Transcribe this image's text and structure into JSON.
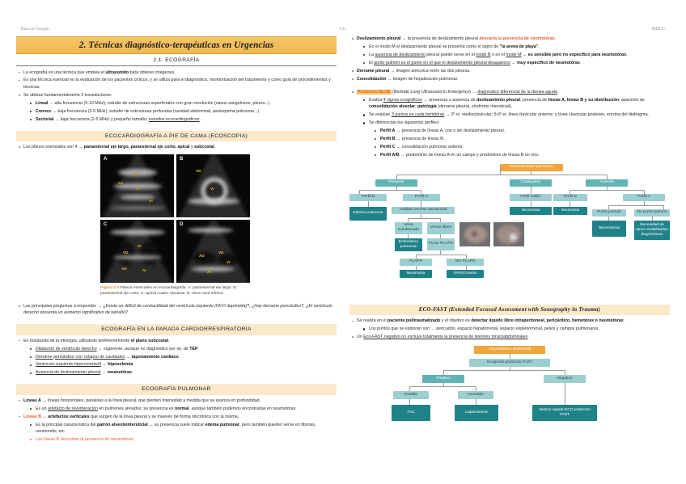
{
  "runheads": {
    "left": "Razvan Gurgan",
    "mid": "UG",
    "right": "MIR25"
  },
  "left_column": {
    "main_title": "2. Técnicas diagnóstico-terapéuticas en Urgencias",
    "subtitle": "2.1. ECOGRAFÍA",
    "intro": [
      {
        "level": 1,
        "html": "La ecografía es una técnica que emplea el <b>ultrasonido</b> para obtener imágenes."
      },
      {
        "level": 1,
        "html": "Es una técnica esencial en la evaluación de los pacientes críticos, y se utiliza para el diagnóstico, monitorización del tratamiento y como guía de procedimientos y técnicas."
      },
      {
        "level": 1,
        "html": "Se utilizan fundamentalmente 3 transductores:"
      },
      {
        "level": 2,
        "html": "<b>Lineal</b> &#8594; alta frecuencia (5-10 MHz); estudio de estructuras superficiales con gran resolución (vasos sanguíneos, pleura...)."
      },
      {
        "level": 2,
        "html": "<b>Convex</b> &#8594; baja frecuencia (2-5 MHz); estudio de estructuras profundas (cavidad abdominal, parénquima pulmonar...)."
      },
      {
        "level": 2,
        "html": "<b>Sectorial</b> &#8594; baja frecuencia (2-5 MHz) y pequeño tamaño; <span class=\"u\">estudios ecocardiográficos</span>."
      }
    ],
    "echo_band": "ECOCARDIOGRAFÍA A PIE DE CAMA (ECOSCOPIA)",
    "echo_intro": [
      {
        "level": 1,
        "html": "Los planos esenciales son 4 &#8594; <b>paraesternal eje largo, paraesternal eje corto, apical</b> y <b>subcostal</b>."
      }
    ],
    "figure": {
      "panels": [
        {
          "letter": "A",
          "labels": [
            "VD",
            "Ao",
            "VI",
            "AI"
          ]
        },
        {
          "letter": "B",
          "labels": [
            "VD",
            "VI"
          ]
        },
        {
          "letter": "C",
          "labels": [
            "VI",
            "VD",
            "AD",
            "AI"
          ]
        },
        {
          "letter": "D",
          "labels": [
            "AD",
            "VD",
            "VI",
            "AI"
          ]
        }
      ],
      "caption_number": "Figura 2.3",
      "caption_text": "Planos esenciales en ecocardiografía. A: paraesternal eje largo. B: paraesternal eje corto. C: apical cuatro cámaras. D: vena cava inferior."
    },
    "echo_questions": [
      {
        "level": 1,
        "html": "Las principales preguntas a responder &#8594; <span class=\"it\">¿Existe un déficit de contractilidad del ventrículo izquierdo (FEVI deprimida)?, ¿Hay derrame pericárdico?, ¿El ventrículo derecho presenta un aumento significativo de tamaño?</span>"
      }
    ],
    "arrest_band": "ECOGRAFÍA EN LA PARADA CARDIORRESPIRATORIA",
    "arrest_items": [
      {
        "level": 1,
        "html": "En búsqueda de la etiología, utilizando preferentemente <b>el plano subcostal</b>."
      },
      {
        "level": 2,
        "html": "<span class=\"u\">Dilatación de ventrículo derecho</span> &#8594; sugerente, aunque no diagnóstico per se, de <b>TEP</b>."
      },
      {
        "level": 2,
        "html": "<span class=\"u\">Derrame pericárdico con colapso de cavidades</span> &#8594; <b>taponamiento cardiaco</b>."
      },
      {
        "level": 2,
        "html": "<span class=\"u\">Ventrículo izquierdo hipercontráctil</span> &#8594; <b>hipovolemia</b>."
      },
      {
        "level": 2,
        "html": "<span class=\"u\">Ausencia de deslizamiento pleural</span> &#8594; <b>neumotórax</b>."
      }
    ],
    "lung_band": "ECOGRAFÍA PULMONAR",
    "lung_items": [
      {
        "level": 1,
        "html": "<b>Líneas A</b> &#8594; líneas horizontales, paralelas a la línea pleural, que pierden intensidad a medida que se avanza en profundidad."
      },
      {
        "level": 2,
        "html": "Es un <span class=\"u\">artefacto de reverberación</span> en pulmones aireados; su presencia es <b>normal</b>, aunque también podemos encontrarlas en neumotórax."
      },
      {
        "level": 1,
        "html": "<span class=\"or\">Líneas B</span> &#8594; <b>artefactos verticales</b> que surgen de la línea pleural y se mueven de forma sincrónica con la misma."
      },
      {
        "level": 2,
        "html": "Es la principal característica del <b>patrón alveolointersticial</b> &#8594; su presencia suele indicar <b>edema pulmonar</b>, pero también pueden verse en fibrosis, neumonitis, etc."
      },
      {
        "level": 2,
        "orange": true,
        "html": "<span class=\"orn\">Las líneas B descartan la presencia de neumotórax.</span>"
      }
    ]
  },
  "right_column": {
    "top_items": [
      {
        "level": 1,
        "html": "<b>Deslizamiento pleural</b> &#8594; la presencia de deslizamiento pleural <span class=\"or\">descarta la presencia de neumotórax</span>."
      },
      {
        "level": 2,
        "html": "En el modo M el deslizamiento pleural se presenta como el signo de <b>\"la arena de playa\"</b>."
      },
      {
        "level": 2,
        "html": "La <span class=\"u\">ausencia de deslizamiento</span> pleural puede verse en el <span class=\"u\">modo B</span> o en el <span class=\"u\">modo M</span> &#8594; <b>es sensible pero no específico para neumotórax</b>."
      },
      {
        "level": 2,
        "html": "El <span class=\"u\">punto pulmón es el punto en el que el deslizamiento pleural desaparece</span> &#8594; <b>muy específico de neumotórax</b>."
      },
      {
        "level": 1,
        "html": "<b>Derrame pleural</b> &#8594; imagen anecoica entre las dos pleuras."
      },
      {
        "level": 1,
        "html": "<b>Consolidación</b> &#8594; imagen de hepatización pulmonar."
      }
    ],
    "blue_items": [
      {
        "level": 1,
        "html": "<span class=\"hl\">Protocolo BLUE</span> (<span class=\"it\">Bedside Lung Ultrasound in Emergency</span>) &#8594; <span class=\"u\">diagnóstico diferencial de la disnea aguda</span>."
      },
      {
        "level": 2,
        "html": "Evalúa <span class=\"u\">4 signos ecográficos</span> &#8594; presencia o ausencia de <b>deslizamiento pleural</b>; presencia de <b>líneas A, líneas B y su distribución</b>; aparición de <b>consolidación alveolar</b>; <b>patología</b> (derrame pleural, síndrome intersticial)."
      },
      {
        "level": 2,
        "html": "Se evalúan <span class=\"u\">3 puntos en cada hemitórax</span> &#8594; 2º ei. medioclavicular; 5-6º ei. línea clavicular anterior; y línea clavicular posterior, encima del diafragma."
      },
      {
        "level": 2,
        "html": "Se diferencian los siguientes perfiles:"
      },
      {
        "level": 3,
        "html": "<b>Perfil A</b> &#8594; presencia de líneas A, con o sin deslizamiento pleural."
      },
      {
        "level": 3,
        "html": "<b>Perfil B</b> &#8594; presencia de líneas B."
      },
      {
        "level": 3,
        "html": "<b>Perfil C</b> &#8594; consolidación pulmonar anterior."
      },
      {
        "level": 3,
        "html": "<b>Perfil A/B</b> &#8594; predominio de líneas A en un campo y predominio de líneas B en otro."
      }
    ],
    "blue_flow": {
      "root": "Deslizamiento pulmonar",
      "branches": [
        "Presente",
        "Cualquiera",
        "Ausente"
      ],
      "nodes": [
        "Perfil-B",
        "Perfil-A",
        "Perfil-A/B/C",
        "Perfil-B",
        "Perfil-A",
        "Edema pulmonar",
        "Análisis venoso secuencial",
        "Neumonía",
        "Neumonía",
        "Punto pulmón",
        "No punto pulmón",
        "Vena trombosada",
        "Venas libres",
        "Embolismo pulmonar",
        "Punto PLAPS",
        "PLAPS",
        "NO PLAPS",
        "Neumonía",
        "EPOC/Asma",
        "Neumotórax",
        "Necesidad de otras modalidades diagnósticas"
      ]
    },
    "fast_band": "ECO-FAST (Extended Focused Assessment with Sonography in Trauma)",
    "fast_items": [
      {
        "level": 1,
        "html": "Se realiza en el <b>paciente politraumatizado</b> y el objetivo es <b>detectar líquido libre intraperitoneal, pericárdico, hemotórax o neumotórax</b>."
      },
      {
        "level": 2,
        "html": "Los puntos que se exploran son &#8594; pericardio, espacio hepatorrenal, espacio esplenorrenal, pelvis y campos pulmonares."
      },
      {
        "level": 1,
        "html": "Un <span class=\"u\">Eco-FAST negativo no excluye totalmente la presencia de lesiones toracoabdominales</span>."
      }
    ],
    "fast_flow": {
      "root": "Traumatismo abdominal",
      "second": "Ecografía protocolo FAST",
      "third": [
        "Positivo",
        "Negativo"
      ],
      "fourth": [
        "Estable",
        "Inestable"
      ],
      "fifth": [
        "TAC",
        "Laparotomía",
        "Valorar repetir ECO protocolo FAST"
      ]
    }
  },
  "colors": {
    "header_band": "#fbe9cb",
    "title_gold": "#f0b84f",
    "accent_orange": "#e8602c",
    "flow_orange": "#f0a63c",
    "flow_light": "#9dcfd0",
    "flow_mid": "#62b3b6",
    "flow_dark": "#1f8289"
  }
}
